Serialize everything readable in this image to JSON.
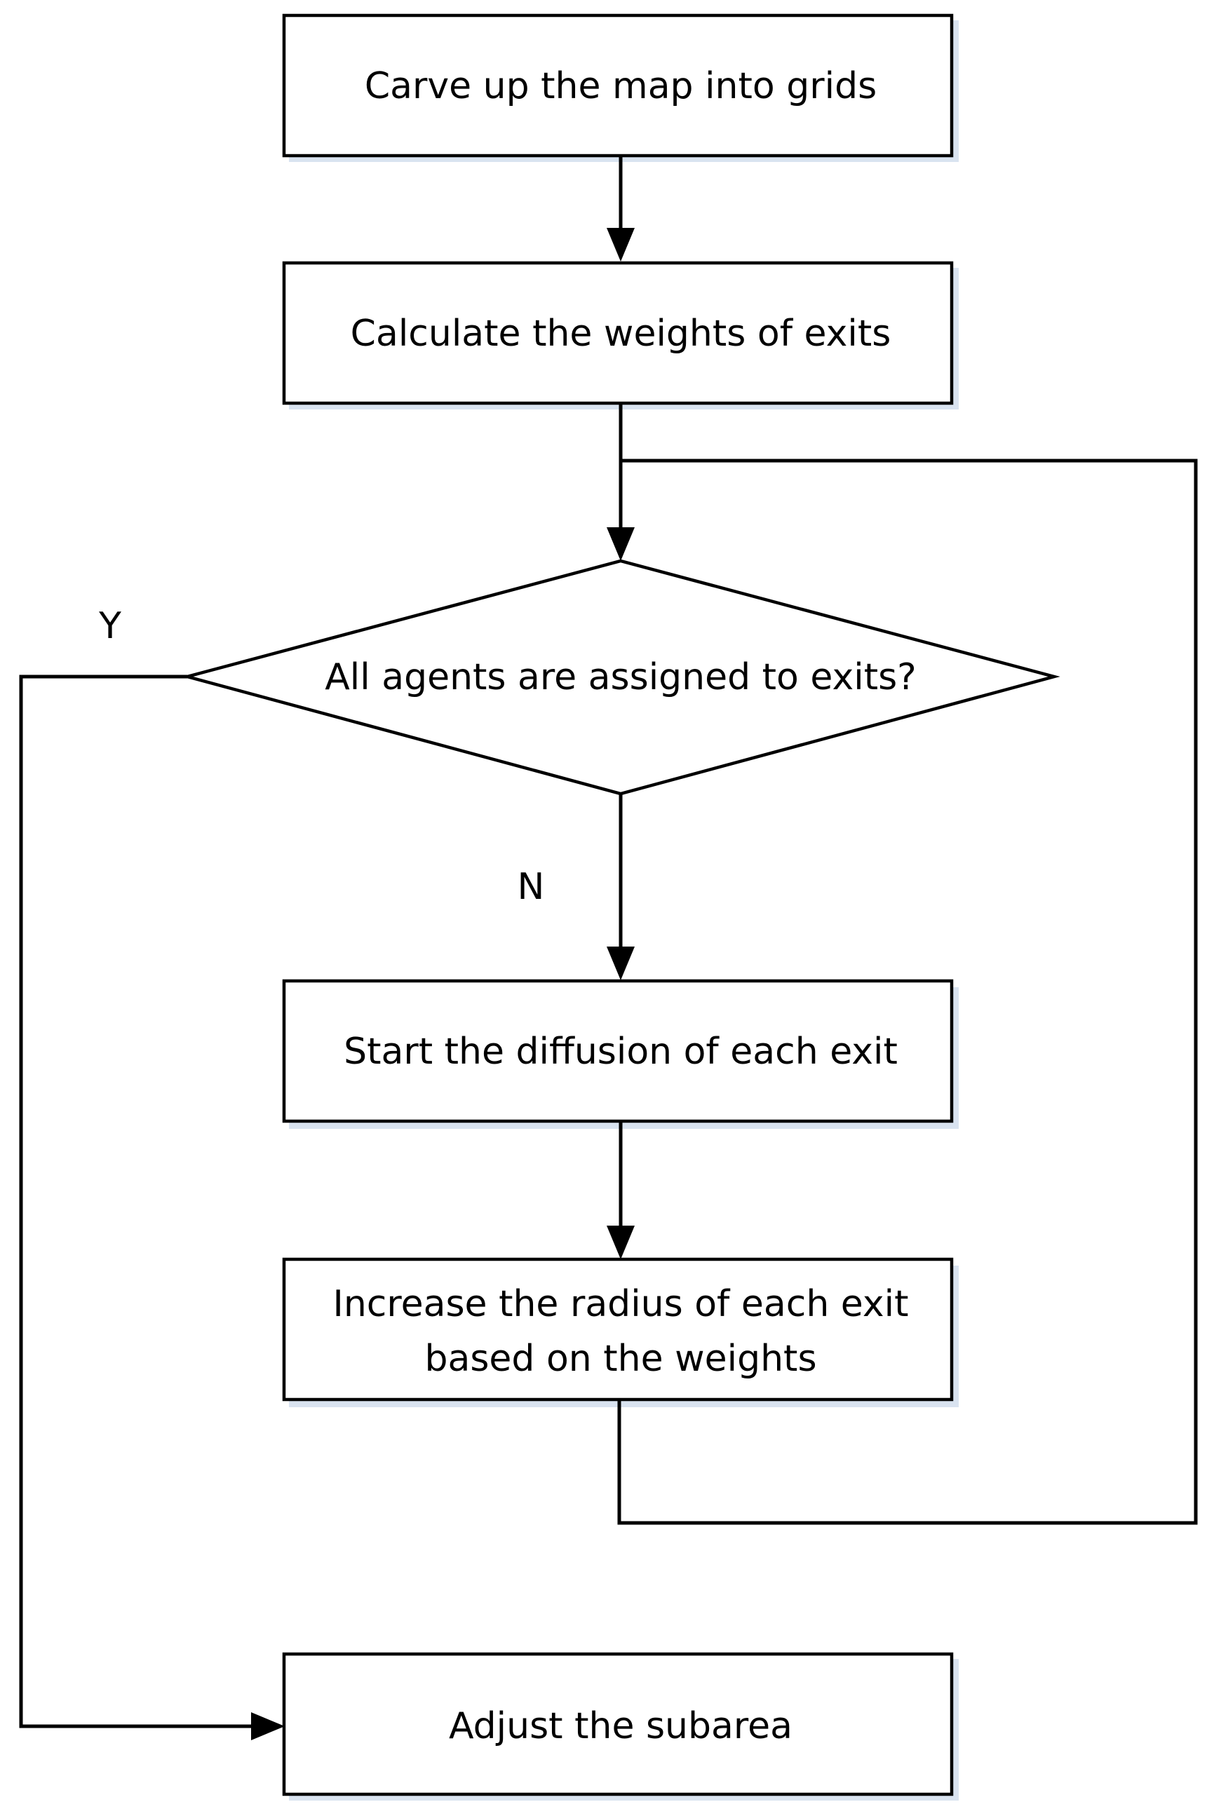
{
  "nodes": {
    "carve": {
      "label": "Carve up the map into grids"
    },
    "weights": {
      "label": "Calculate the weights of exits"
    },
    "decision": {
      "label": "All agents are assigned to exits?"
    },
    "diffusion": {
      "label": "Start the diffusion of each exit"
    },
    "radius": {
      "line1": "Increase the radius of each exit",
      "line2": "based on the weights"
    },
    "adjust": {
      "label": "Adjust the subarea"
    }
  },
  "branches": {
    "yes": "Y",
    "no": "N"
  },
  "colors": {
    "stroke": "#000000",
    "fill": "#ffffff",
    "shadow": "#d9e3f0"
  }
}
